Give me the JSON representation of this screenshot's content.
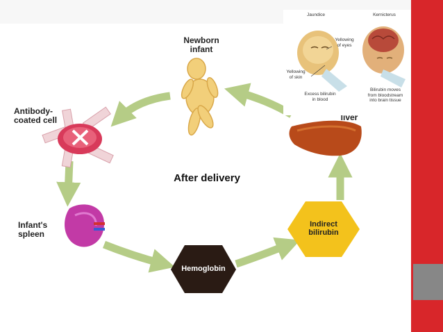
{
  "diagram": {
    "title": "After delivery",
    "nodes": {
      "newborn": "Newborn\ninfant",
      "antibody_cell": "Antibody-\ncoated cell",
      "spleen": "Infant's\nspleen",
      "hemoglobin": "Hemoglobin",
      "indirect_bilirubin": "Indirect\nbilirubin",
      "liver": "Infant's\nliver"
    },
    "inset": {
      "jaundice_title": "Jaundice",
      "kernicterus_title": "Kernicterus",
      "yellowing_eyes": "Yellowing\nof eyes",
      "yellowing_skin": "Yellowing\nof skin",
      "excess_bilirubin": "Excess bilirubin\nin blood",
      "bilirubin_moves": "Bilirubin moves\nfrom bloodstream\ninto brain tissue"
    }
  },
  "colors": {
    "accent_red": "#d8262a",
    "arrow_green": "#b5cc86",
    "hex_dark": "#2a1b14",
    "hex_yellow": "#f3c21c",
    "spleen": "#c23aa6",
    "liver": "#b84a1a",
    "cell": "#d83a5a"
  }
}
